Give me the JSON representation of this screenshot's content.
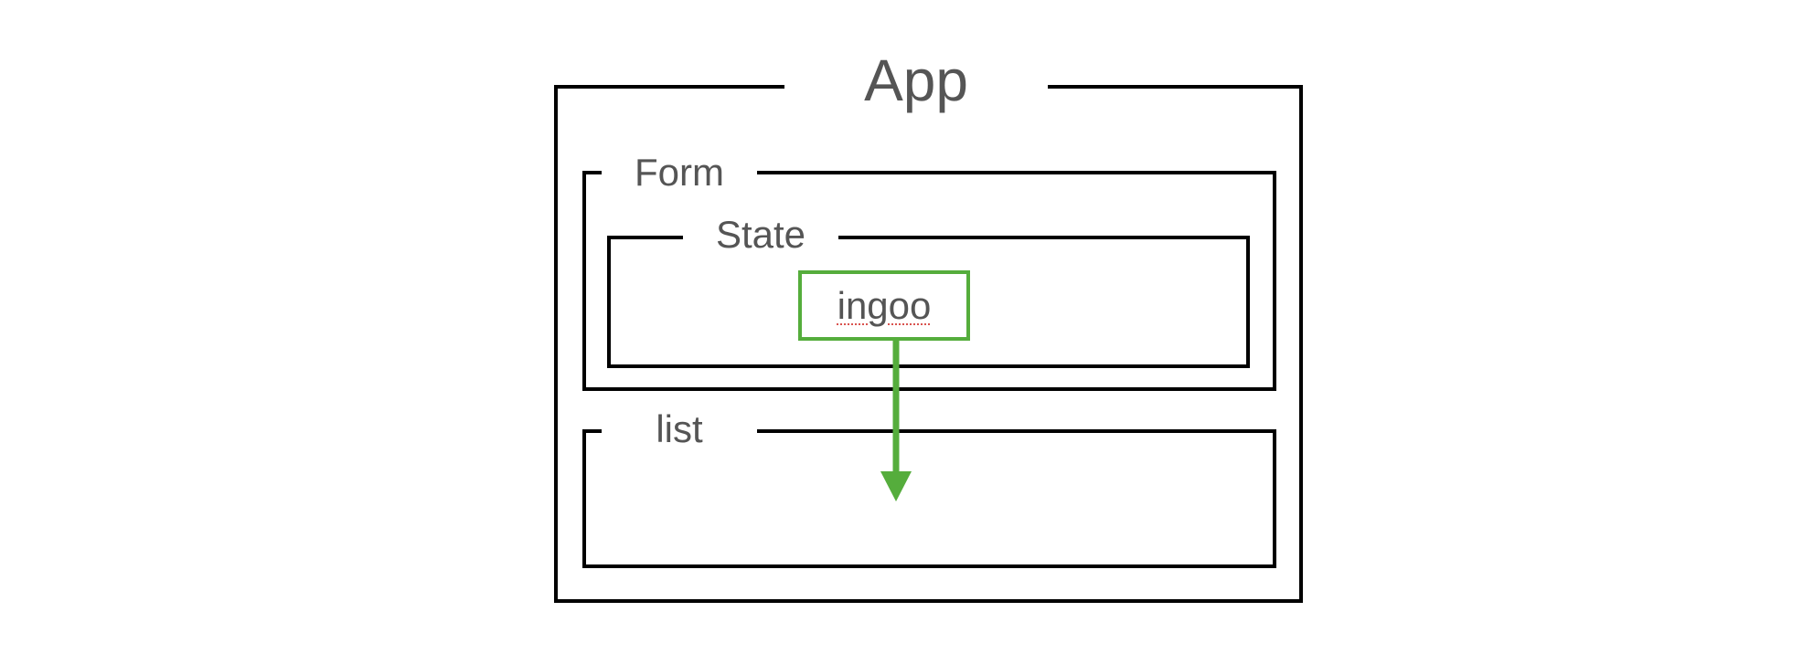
{
  "diagram": {
    "app_label": "App",
    "form_label": "Form",
    "state_label": "State",
    "state_value": "ingoo",
    "list_label": "list"
  },
  "colors": {
    "border": "#000000",
    "label_text": "#555555",
    "highlight": "#55ad3c",
    "spellcheck_underline": "#d9534f"
  },
  "icons": {
    "flow_arrow": "arrow-down-icon"
  }
}
